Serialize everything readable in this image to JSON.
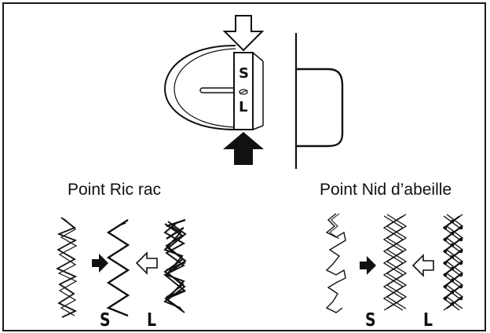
{
  "dial": {
    "letter_top": "S",
    "letter_bottom": "L"
  },
  "stitches": {
    "ric_rac": {
      "title": "Point Ric rac",
      "letter_short": "S",
      "letter_long": "L"
    },
    "nid_abeille": {
      "title": "Point Nid d’abeille",
      "letter_short": "S",
      "letter_long": "L"
    }
  },
  "colors": {
    "ink": "#111111",
    "background": "#ffffff"
  },
  "icons": [
    "arrow-down-outline-icon",
    "arrow-up-solid-icon",
    "arrow-right-solid-icon",
    "arrow-left-outline-icon",
    "knob-icon"
  ]
}
